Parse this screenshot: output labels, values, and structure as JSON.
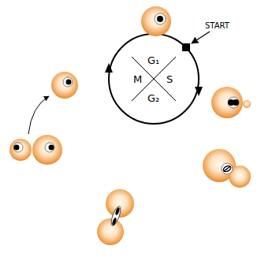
{
  "diagram": {
    "labels": [
      "START",
      "G₁",
      "S",
      "G₂",
      "M"
    ]
  }
}
